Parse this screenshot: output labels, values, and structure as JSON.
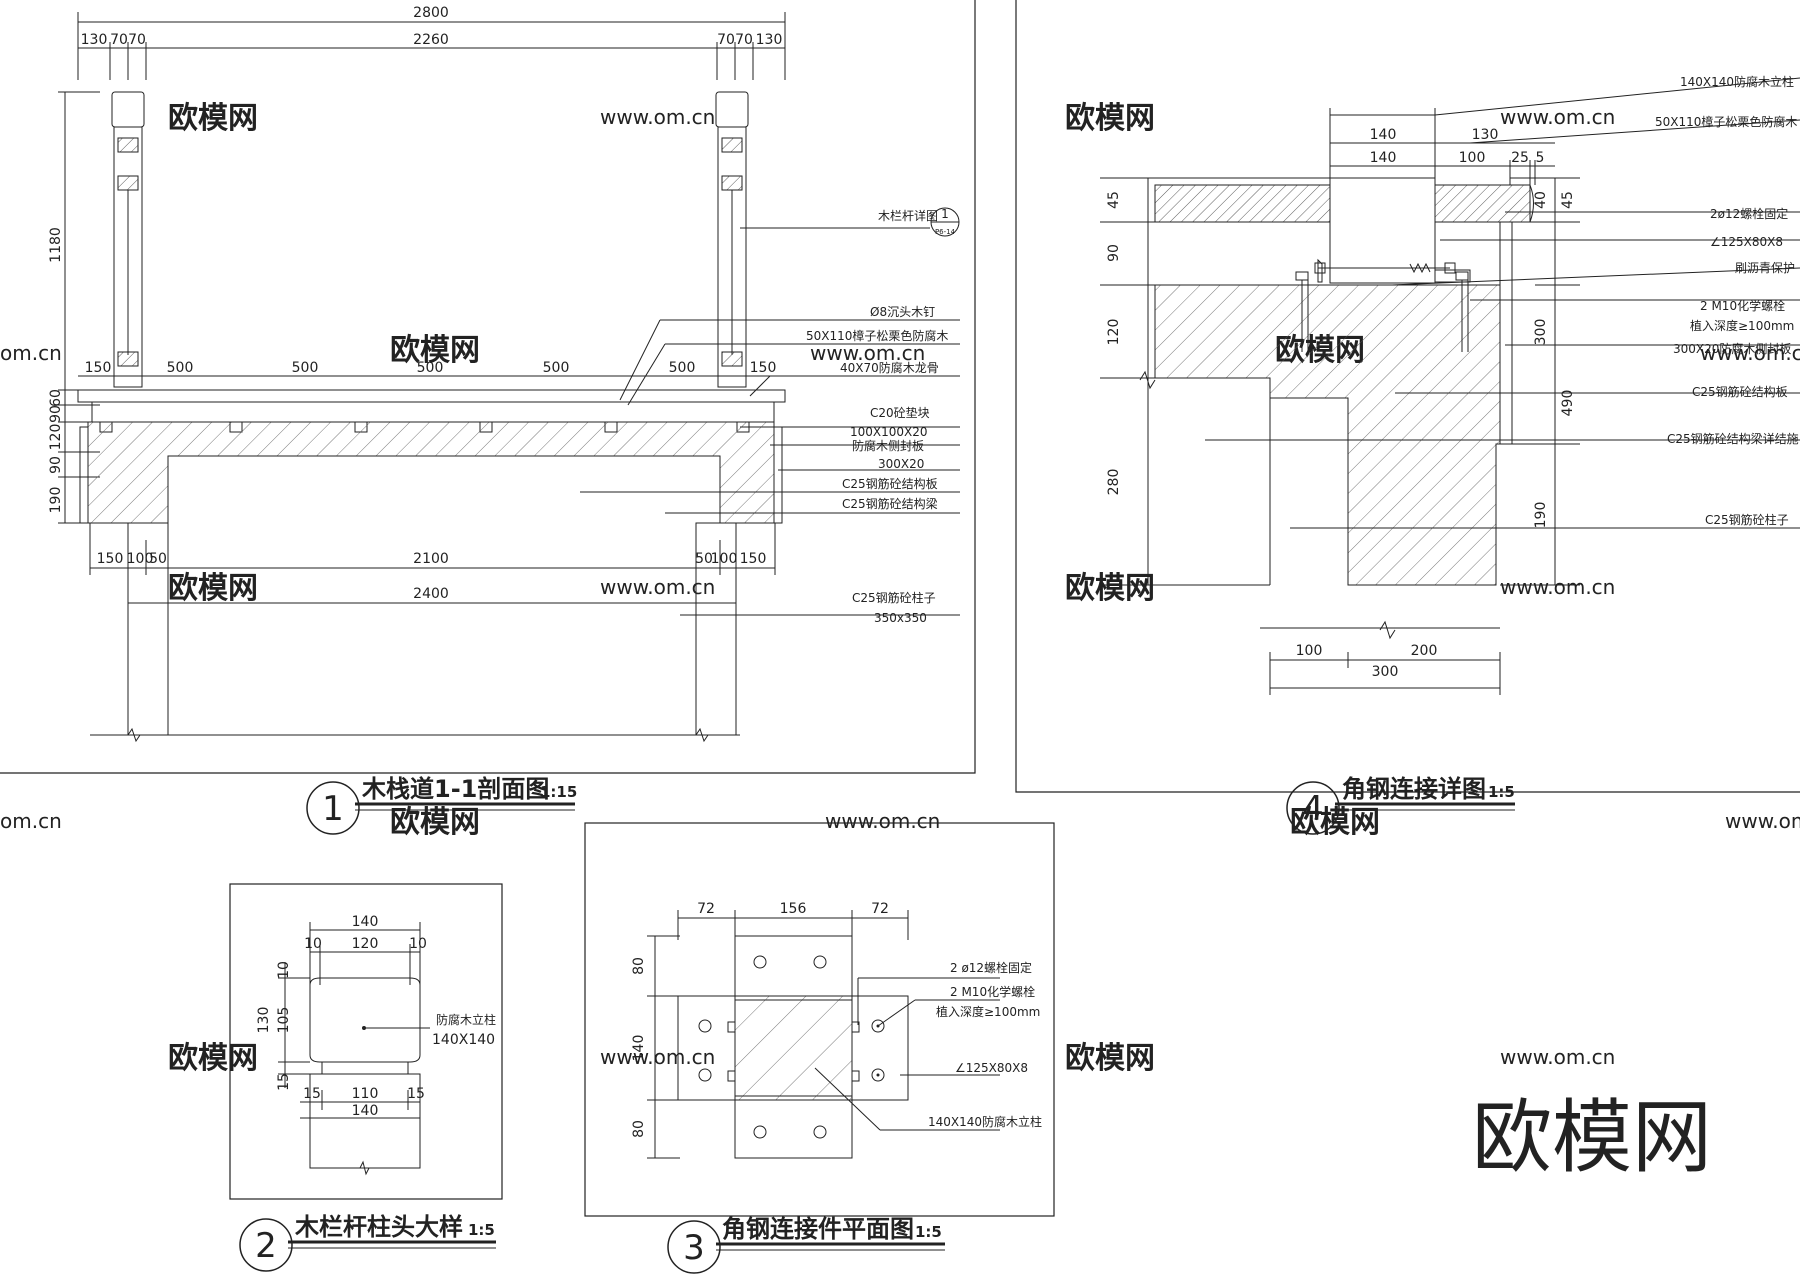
{
  "watermarks": {
    "site": "欧模网",
    "url": "www.om.cn",
    "url_short": "om.cn"
  },
  "logo": "欧模网",
  "panel1": {
    "title": "木栈道1-1剖面图",
    "scale": "1:15",
    "number": "1",
    "dims_top": [
      "2800",
      "130",
      "70",
      "70",
      "2260",
      "70",
      "70",
      "130"
    ],
    "dims_left": [
      "1180",
      "60",
      "90",
      "120",
      "90",
      "190"
    ],
    "dims_deck": [
      "150",
      "500",
      "500",
      "500",
      "500",
      "500",
      "150"
    ],
    "dims_bottom1": [
      "150",
      "100",
      "50",
      "2100",
      "50",
      "100",
      "150"
    ],
    "dims_bottom2": "2400",
    "callout": {
      "label": "木栏杆详图",
      "num": "1",
      "sheet": "P6-14"
    },
    "labels": [
      "Ø8沉头木钉",
      "50X110樟子松栗色防腐木",
      "40X70防腐木龙骨",
      "C20砼垫块",
      "100X100X20",
      "防腐木侧封板",
      "300X20",
      "C25钢筋砼结构板",
      "C25钢筋砼结构梁",
      "C25钢筋砼柱子",
      "350x350"
    ]
  },
  "panel2": {
    "title": "木栏杆柱头大样",
    "scale": "1:5",
    "number": "2",
    "dims_top": [
      "140",
      "10",
      "120",
      "10"
    ],
    "dims_left": [
      "10",
      "130",
      "105",
      "15"
    ],
    "dims_bottom": [
      "15",
      "110",
      "15",
      "140"
    ],
    "labels": [
      "防腐木立柱",
      "140X140"
    ]
  },
  "panel3": {
    "title": "角钢连接件平面图",
    "scale": "1:5",
    "number": "3",
    "dims_top": [
      "72",
      "156",
      "72"
    ],
    "dims_left": [
      "80",
      "140",
      "80"
    ],
    "labels": [
      "2  ø12螺栓固定",
      "2  M10化学螺栓",
      "植入深度≥100mm",
      "∠125X80X8",
      "140X140防腐木立柱"
    ]
  },
  "panel4": {
    "title": "角钢连接详图",
    "scale": "1:5",
    "number": "4",
    "dims_top": [
      "140",
      "130",
      "140",
      "100",
      "25",
      "5"
    ],
    "dims_left": [
      "45",
      "90",
      "120",
      "280"
    ],
    "dims_right": [
      "40",
      "45",
      "300",
      "490",
      "190"
    ],
    "dims_bottom": [
      "100",
      "200",
      "300"
    ],
    "labels": [
      "140X140防腐木立柱",
      "50X110樟子松栗色防腐木",
      "2ø12螺栓固定",
      "∠125X80X8",
      "刷沥青保护",
      "2  M10化学螺栓",
      "植入深度≥100mm",
      "300X20防腐木侧封板",
      "C25钢筋砼结构板",
      "C25钢筋砼结构梁详结施",
      "C25钢筋砼柱子"
    ]
  }
}
